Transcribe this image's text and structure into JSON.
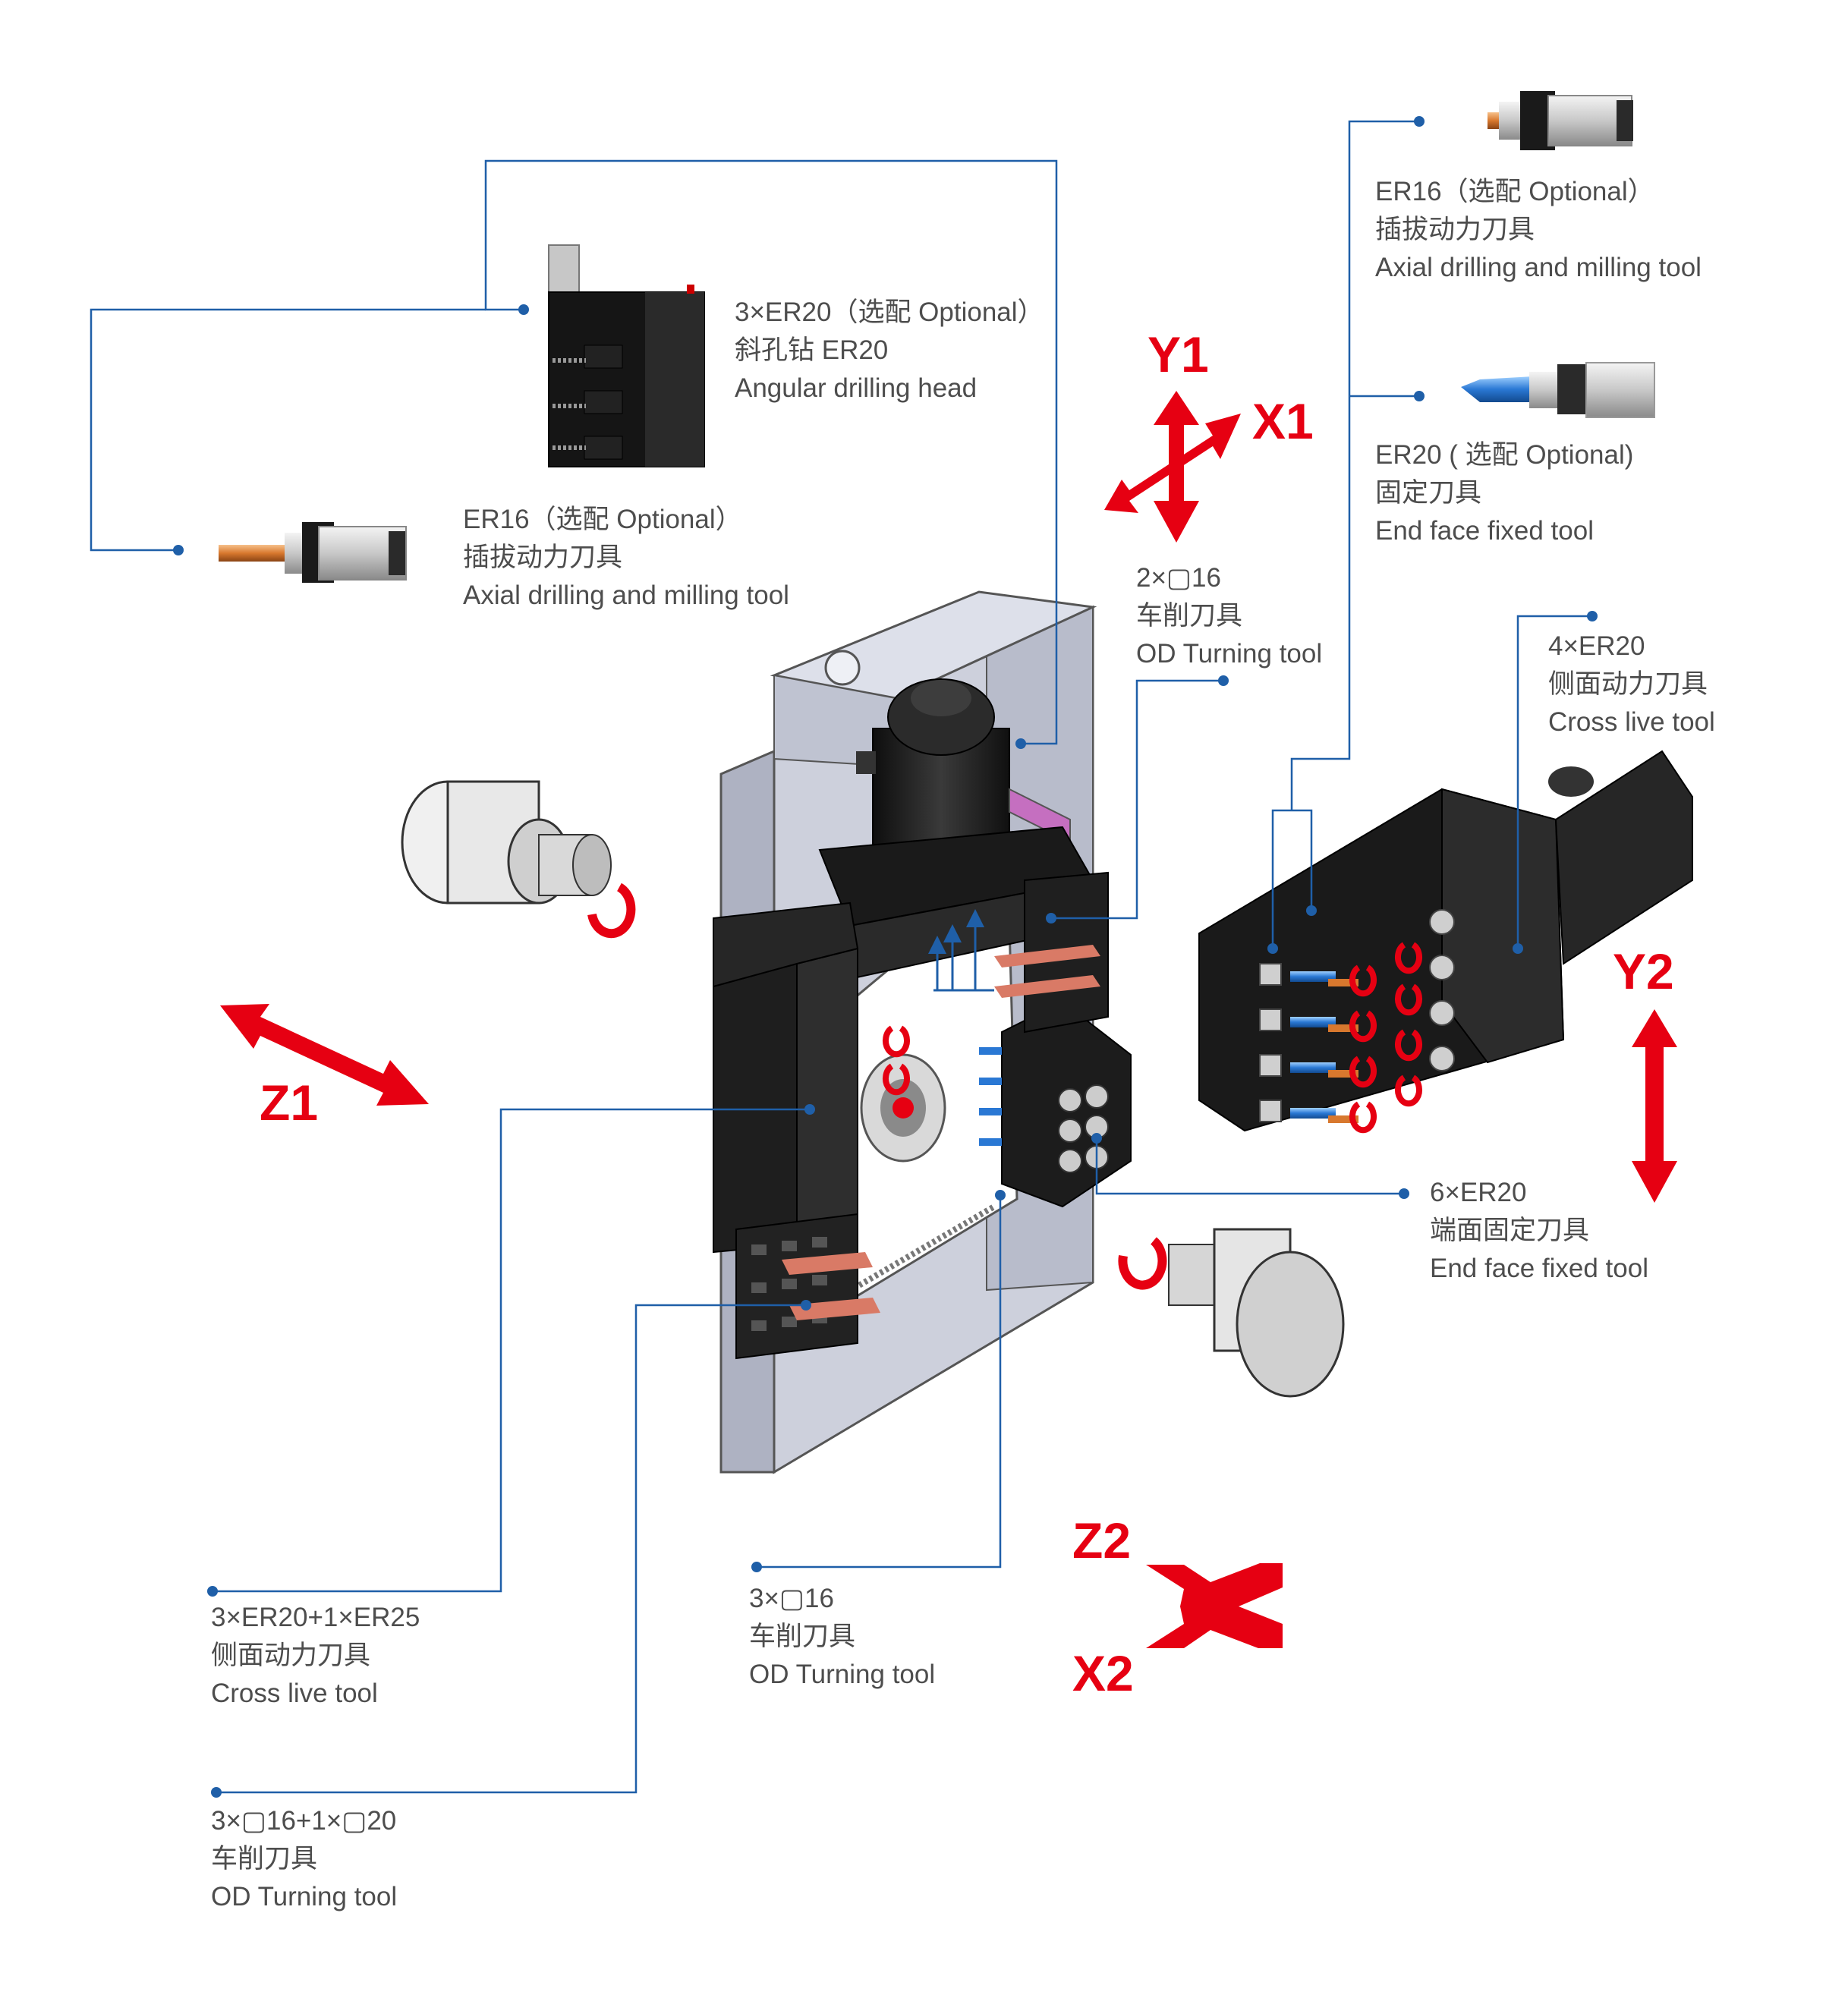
{
  "colors": {
    "leader": "#1f5fa8",
    "axis": "#e60012",
    "label": "#4d4d4d",
    "machine": "#1c1c1c",
    "plate": "#cdd0dc"
  },
  "labels": {
    "angular_head": {
      "line1": "3×ER20（选配 Optional）",
      "line2": "斜孔钻 ER20",
      "line3": "Angular drilling head"
    },
    "axial_left": {
      "line1": "ER16（选配 Optional）",
      "line2": "插拔动力刀具",
      "line3": "Axial drilling and milling tool"
    },
    "axial_right": {
      "line1": "ER16（选配 Optional）",
      "line2": "插拔动力刀具",
      "line3": "Axial drilling and milling tool"
    },
    "end_face_fixed_top": {
      "line1": "ER20 ( 选配 Optional)",
      "line2": "固定刀具",
      "line3": "End face fixed tool"
    },
    "od_turning_2x16": {
      "line1": "2×▢16",
      "line2": "车削刀具",
      "line3": "OD Turning tool"
    },
    "cross_live_4": {
      "line1": "4×ER20",
      "line2": "侧面动力刀具",
      "line3": "Cross live tool"
    },
    "end_face_fixed_6": {
      "line1": "6×ER20",
      "line2": "端面固定刀具",
      "line3": "End face fixed tool"
    },
    "cross_live_3_1": {
      "line1": "3×ER20+1×ER25",
      "line2": "侧面动力刀具",
      "line3": "Cross live tool"
    },
    "od_turning_3x16": {
      "line1": "3×▢16",
      "line2": "车削刀具",
      "line3": "OD Turning tool"
    },
    "od_turning_3x16_1x20": {
      "line1": "3×▢16+1×▢20",
      "line2": "车削刀具",
      "line3": "OD Turning tool"
    }
  },
  "axes": {
    "y1": "Y1",
    "x1": "X1",
    "z1": "Z1",
    "y2": "Y2",
    "z2": "Z2",
    "x2": "X2"
  }
}
